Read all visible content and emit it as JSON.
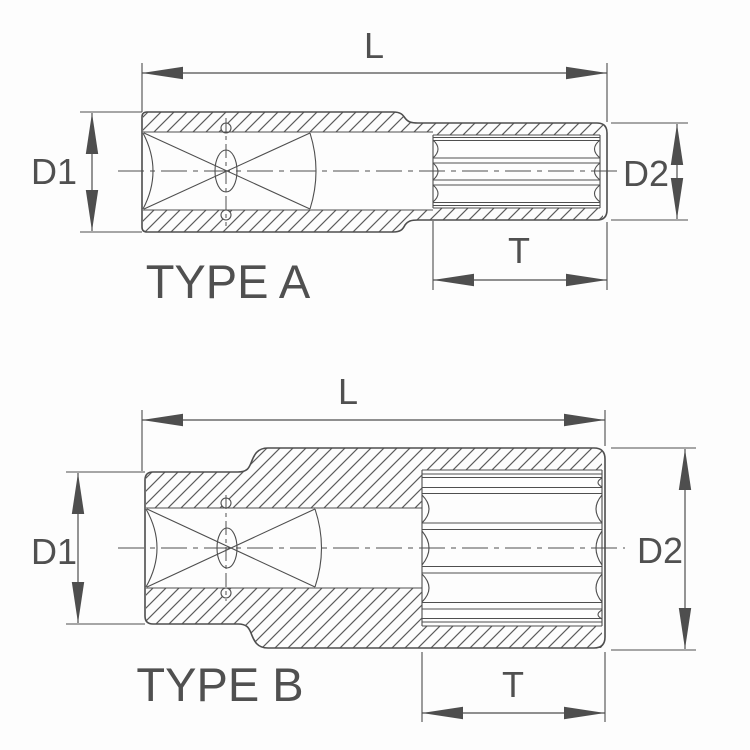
{
  "figures": [
    {
      "id": "type-a",
      "name": "TYPE A",
      "dimensions": {
        "length": "L",
        "drive_diameter": "D1",
        "socket_diameter": "D2",
        "socket_depth": "T"
      }
    },
    {
      "id": "type-b",
      "name": "TYPE B",
      "dimensions": {
        "length": "L",
        "drive_diameter": "D1",
        "socket_diameter": "D2",
        "socket_depth": "T"
      }
    }
  ],
  "colors": {
    "line": "#4e4e4e",
    "text": "#505050",
    "background": "#fdfdfd",
    "hatch": "#5c5c5c"
  }
}
